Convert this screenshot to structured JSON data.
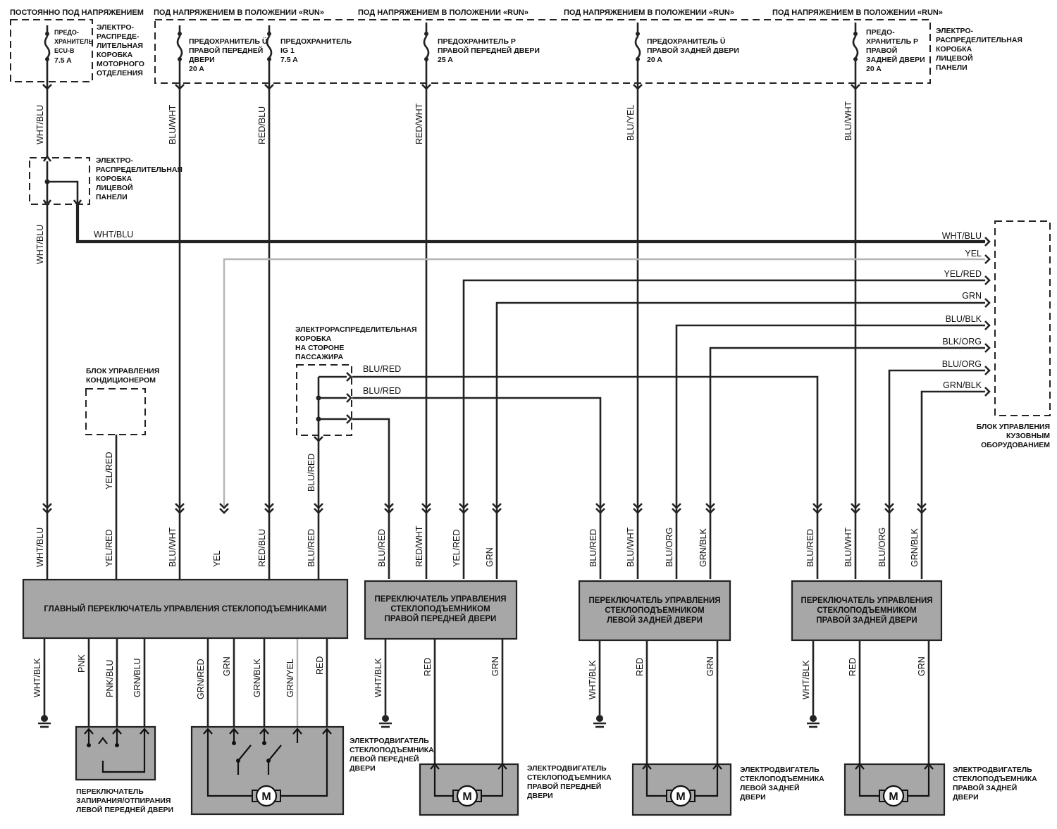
{
  "headers": {
    "always_on": "ПОСТОЯННО ПОД НАПРЯЖЕНИЕМ",
    "run": "ПОД НАПРЯЖЕНИЕМ В ПОЛОЖЕНИИ «RUN»"
  },
  "fuses": {
    "ecu_b": [
      "ПРЕДО-",
      "ХРАНИТЕЛЬ",
      "ECU-B",
      "7.5 A"
    ],
    "fl_door": [
      "ПРЕДОХРАНИТЕЛЬ Ü",
      "ПРАВОЙ ПЕРЕДНЕЙ",
      "ДВЕРИ",
      "20 A"
    ],
    "ig1": [
      "ПРЕДОХРАНИТЕЛЬ",
      "IG 1",
      "7.5 A"
    ],
    "fr_door": [
      "ПРЕДОХРАНИТЕЛЬ Р",
      "ПРАВОЙ ПЕРЕДНЕЙ ДВЕРИ",
      "25 A"
    ],
    "rl_door": [
      "ПРЕДОХРАНИТЕЛЬ Ü",
      "ПРАВОЙ ЗАДНЕЙ ДВЕРИ",
      "20 A"
    ],
    "rr_door": [
      "ПРЕДО-",
      "ХРАНИТЕЛЬ Р",
      "ПРАВОЙ",
      "ЗАДНЕЙ ДВЕРИ",
      "20 A"
    ]
  },
  "boxes": {
    "engine_jb": [
      "ЭЛЕКТРО-",
      "РАСПРЕДЕ-",
      "ЛИТЕЛЬНАЯ",
      "КОРОБКА",
      "МОТОРНОГО",
      "ОТДЕЛЕНИЯ"
    ],
    "dash_jb_right": [
      "ЭЛЕКТРО-",
      "РАСПРЕДЕЛИТЕЛЬНАЯ",
      "КОРОБКА",
      "ЛИЦЕВОЙ",
      "ПАНЕЛИ"
    ],
    "dash_jb_left": [
      "ЭЛЕКТРО-",
      "РАСПРЕДЕЛИТЕЛЬНАЯ",
      "КОРОБКА",
      "ЛИЦЕВОЙ",
      "ПАНЕЛИ"
    ],
    "passenger_jb": [
      "ЭЛЕКТРОРАСПРЕДЕЛИТЕЛЬНАЯ",
      "КОРОБКА",
      "НА СТОРОНЕ",
      "ПАССАЖИРА"
    ],
    "ac_unit": [
      "БЛОК УПРАВЛЕНИЯ",
      "КОНДИЦИОНЕРОМ"
    ],
    "body_ecu": [
      "БЛОК УПРАВЛЕНИЯ",
      "КУЗОВНЫМ",
      "ОБОРУДОВАНИЕМ"
    ]
  },
  "switches": {
    "main": [
      "ГЛАВНЫЙ ПЕРЕКЛЮЧАТЕЛЬ УПРАВЛЕНИЯ СТЕКЛОПОДЪЕМНИКАМИ"
    ],
    "front_right": [
      "ПЕРЕКЛЮЧАТЕЛЬ УПРАВЛЕНИЯ",
      "СТЕКЛОПОДЪЕМНИКОМ",
      "ПРАВОЙ ПЕРЕДНЕЙ ДВЕРИ"
    ],
    "rear_left": [
      "ПЕРЕКЛЮЧАТЕЛЬ УПРАВЛЕНИЯ",
      "СТЕКЛОПОДЪЕМНИКОМ",
      "ЛЕВОЙ ЗАДНЕЙ ДВЕРИ"
    ],
    "rear_right": [
      "ПЕРЕКЛЮЧАТЕЛЬ УПРАВЛЕНИЯ",
      "СТЕКЛОПОДЪЕМНИКОМ",
      "ПРАВОЙ ЗАДНЕЙ ДВЕРИ"
    ]
  },
  "bottom": {
    "lock_switch": [
      "ПЕРЕКЛЮЧАТЕЛЬ",
      "ЗАПИРАНИЯ/ОТПИРАНИЯ",
      "ЛЕВОЙ ПЕРЕДНЕЙ ДВЕРИ"
    ],
    "motor_fl": [
      "ЭЛЕКТРОДВИГАТЕЛЬ",
      "СТЕКЛОПОДЪЕМНИКА",
      "ЛЕВОЙ ПЕРЕДНЕЙ",
      "ДВЕРИ"
    ],
    "motor_fr": [
      "ЭЛЕКТРОДВИГАТЕЛЬ",
      "СТЕКЛОПОДЪЕМНИКА",
      "ПРАВОЙ ПЕРЕДНЕЙ",
      "ДВЕРИ"
    ],
    "motor_rl": [
      "ЭЛЕКТРОДВИГАТЕЛЬ",
      "СТЕКЛОПОДЪЕМНИКА",
      "ЛЕВОЙ ЗАДНЕЙ",
      "ДВЕРИ"
    ],
    "motor_rr": [
      "ЭЛЕКТРОДВИГАТЕЛЬ",
      "СТЕКЛОПОДЪЕМНИКА",
      "ПРАВОЙ ЗАДНЕЙ",
      "ДВЕРИ"
    ],
    "motor_symbol": "M"
  },
  "wires": {
    "upper": [
      "WHT/BLU",
      "BLU/WHT",
      "RED/BLU",
      "RED/WHT",
      "BLU/YEL",
      "BLU/WHT",
      "WHT/BLU"
    ],
    "bus": [
      "WHT/BLU",
      "YEL",
      "YEL/RED",
      "GRN",
      "BLU/BLK",
      "BLK/ORG",
      "BLU/ORG",
      "GRN/BLK"
    ],
    "bus_left": "WHT/BLU",
    "passenger": [
      "BLU/RED",
      "BLU/RED",
      "BLU/RED",
      "YEL/RED"
    ],
    "main_top": [
      "WHT/BLU",
      "YEL/RED",
      "BLU/WHT",
      "YEL",
      "RED/BLU",
      "BLU/RED"
    ],
    "fr_top": [
      "BLU/RED",
      "RED/WHT",
      "YEL/RED",
      "GRN"
    ],
    "rl_top": [
      "BLU/RED",
      "BLU/WHT",
      "BLU/ORG",
      "GRN/BLK"
    ],
    "rr_top": [
      "BLU/RED",
      "BLU/WHT",
      "BLU/ORG",
      "GRN/BLK"
    ],
    "main_bottom": [
      "WHT/BLK",
      "PNK",
      "PNK/BLU",
      "GRN/BLU",
      "GRN/RED",
      "GRN",
      "GRN/BLK",
      "GRN/YEL",
      "RED"
    ],
    "door_bottom": [
      "WHT/BLK",
      "RED",
      "GRN"
    ]
  }
}
